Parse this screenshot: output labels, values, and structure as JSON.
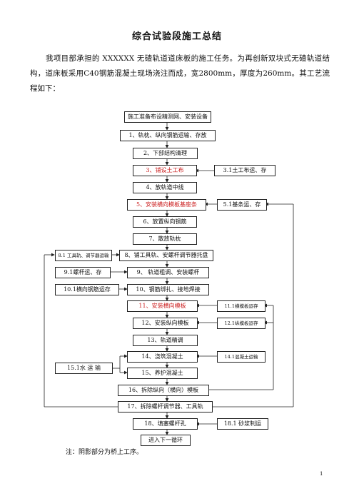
{
  "document": {
    "title": "综合试验段施工总结",
    "paragraph": "我项目部承担的 XXXXXX 无碴轨道道床板的施工任务。为再创新双块式无碴轨道结构，道床板采用C40钢筋混凝土现场浇注而成，宽2800mm，厚度为260mm。其工艺流程如下：",
    "note": "注：阴影部分为桥上工序。",
    "page_number": "1"
  },
  "flowchart": {
    "main_steps": [
      "施工准备布设精测网、安装设备",
      "1、轨枕、纵向钢筋运输、存放",
      "2、下部结构清理",
      "3、铺设土工布",
      "4、放轨道中线",
      "5、安装横向模板基座条",
      "6、放置纵向钢筋",
      "7、散放轨枕",
      "8、铺工具轨、安螺杆调节器托盘",
      "9、 轨道粗调、安装螺杆",
      "10、钢筋绑扎、接地焊接",
      "11、安装横向模板",
      "12、安装纵向模板",
      "13、轨道精调",
      "14、浇筑混凝土",
      "15、养护混凝土",
      "16、拆除纵向（横向）模板",
      "17、拆除螺杆调节器、工具轨",
      "18、填塞螺杆孔",
      "进入下一循环"
    ],
    "side_steps": {
      "s3_1": "3.1土工布运、存",
      "s5_1": "5.1基条运、存",
      "s8_1": "8.1 工具轨、调节器运输",
      "s9_1": "9.1螺杆运、存",
      "s10_1": "10.1横向钢筋运存",
      "s11_1": "11.1横模板运存",
      "s12_1": "12.1纵模板运存",
      "s14_1": "14.1混凝土运输",
      "s15_1": "15.1水 运 输",
      "s18_1": "18.1 砂浆制运"
    },
    "highlight_color": "#cc2222"
  }
}
